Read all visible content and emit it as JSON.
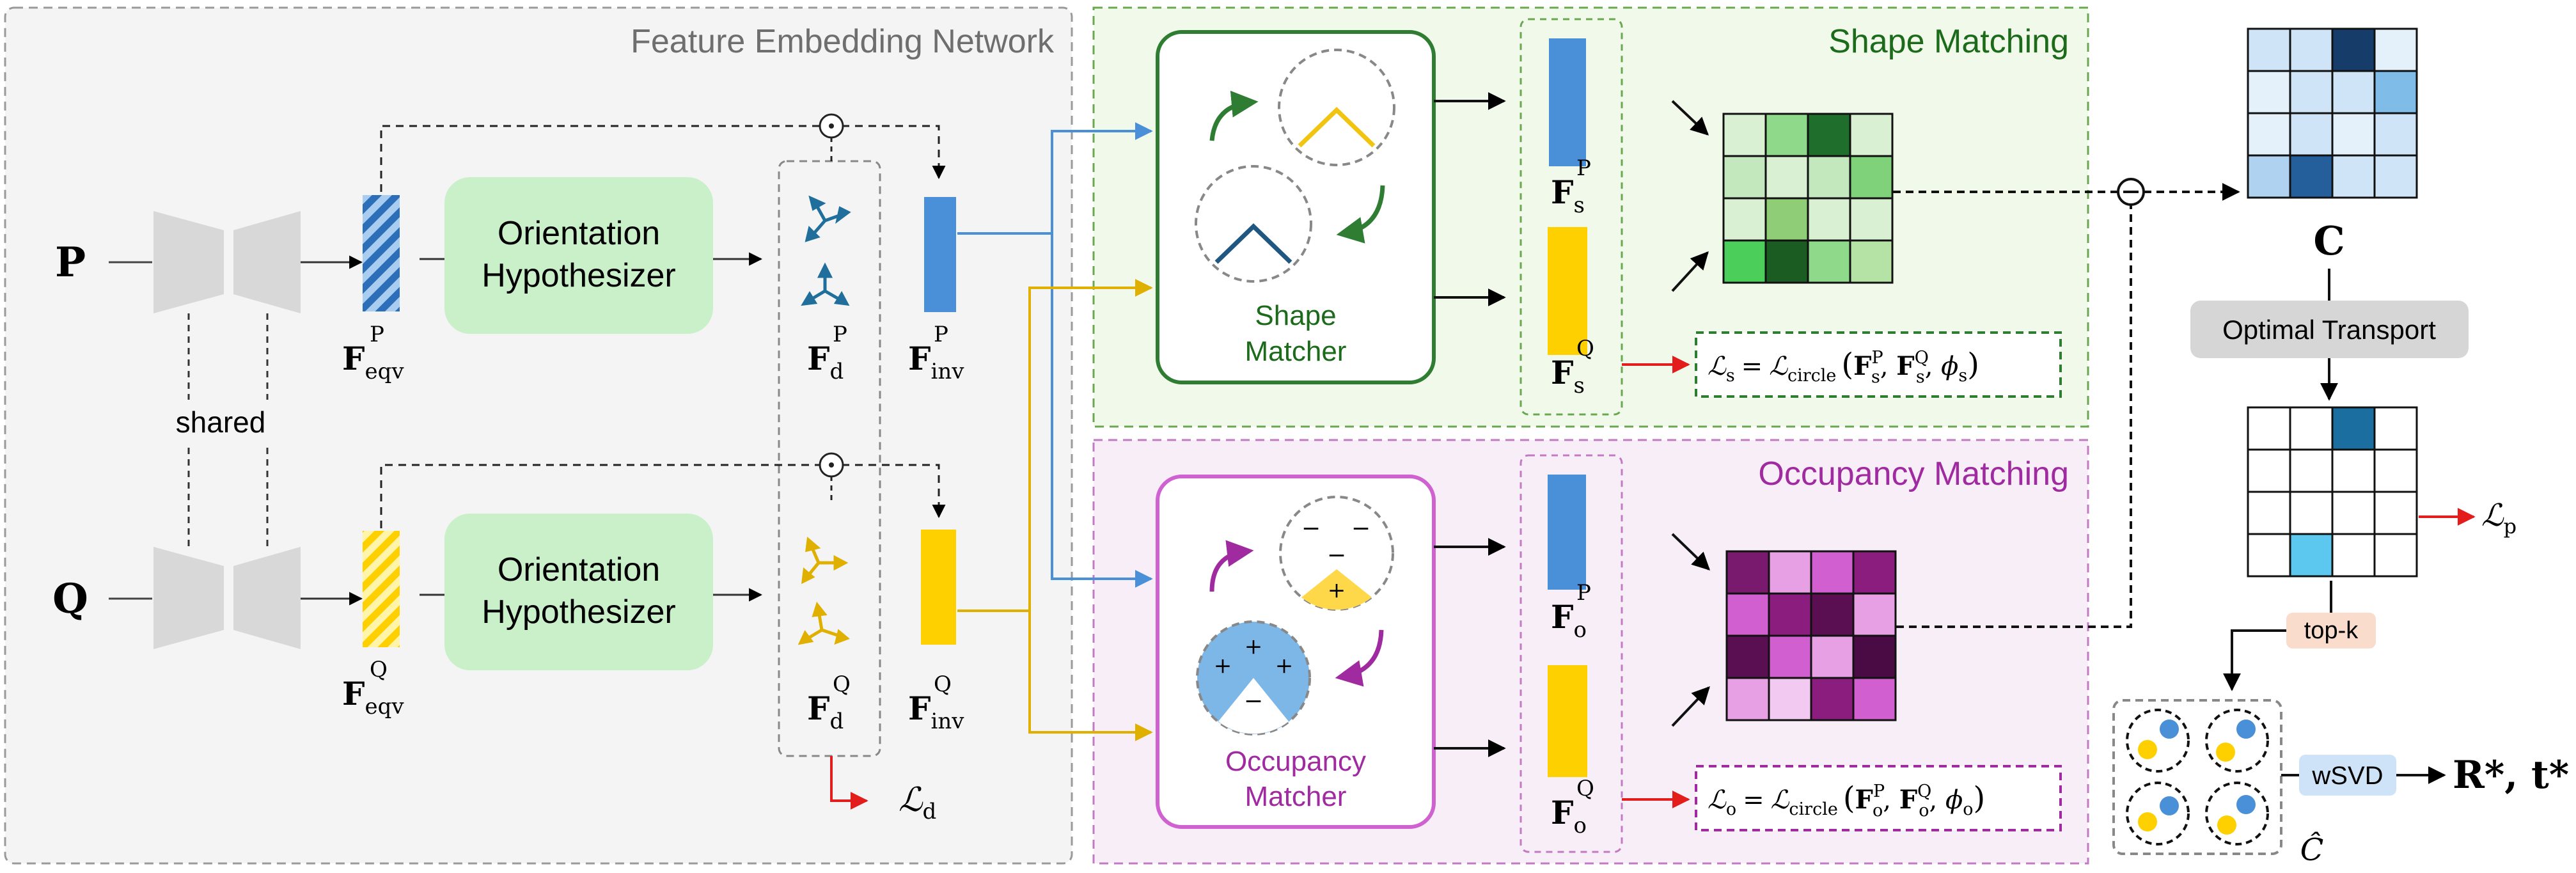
{
  "regions": {
    "feature_embedding": "Feature Embedding Network",
    "shape_matching": "Shape Matching",
    "occupancy_matching": "Occupancy Matching"
  },
  "inputs": {
    "p": "P",
    "q": "Q",
    "shared": "shared"
  },
  "blocks": {
    "orientation_hypothesizer_line1": "Orientation",
    "orientation_hypothesizer_line2": "Hypothesizer",
    "shape_matcher_line1": "Shape",
    "shape_matcher_line2": "Matcher",
    "occupancy_matcher_line1": "Occupancy",
    "occupancy_matcher_line2": "Matcher",
    "optimal_transport": "Optimal Transport",
    "top_k": "top-k",
    "wsvd": "wSVD"
  },
  "features": {
    "f_eqv_p": {
      "base": "F",
      "sub": "eqv",
      "sup": "P"
    },
    "f_eqv_q": {
      "base": "F",
      "sub": "eqv",
      "sup": "Q"
    },
    "f_d_p": {
      "base": "F",
      "sub": "d",
      "sup": "P"
    },
    "f_d_q": {
      "base": "F",
      "sub": "d",
      "sup": "Q"
    },
    "f_inv_p": {
      "base": "F",
      "sub": "inv",
      "sup": "P"
    },
    "f_inv_q": {
      "base": "F",
      "sub": "inv",
      "sup": "Q"
    },
    "f_s_p": {
      "base": "F",
      "sub": "s",
      "sup": "P"
    },
    "f_s_q": {
      "base": "F",
      "sub": "s",
      "sup": "Q"
    },
    "f_o_p": {
      "base": "F",
      "sub": "o",
      "sup": "P"
    },
    "f_o_q": {
      "base": "F",
      "sub": "o",
      "sup": "Q"
    }
  },
  "losses": {
    "l_d": {
      "base": "ℒ",
      "sub": "d"
    },
    "l_p": {
      "base": "ℒ",
      "sub": "p"
    },
    "l_s_eq": {
      "lhs_base": "ℒ",
      "lhs_sub": "s",
      "eq": "=",
      "rhs_base": "ℒ",
      "rhs_sub": "circle",
      "open": "(",
      "a_sub": "s",
      "a_sup": "P",
      "b_sub": "s",
      "b_sup": "Q",
      "phi": "ϕ",
      "phi_sub": "s",
      "close": ")"
    },
    "l_o_eq": {
      "lhs_base": "ℒ",
      "lhs_sub": "o",
      "eq": "=",
      "rhs_base": "ℒ",
      "rhs_sub": "circle",
      "open": "(",
      "a_sub": "o",
      "a_sup": "P",
      "b_sub": "o",
      "b_sup": "Q",
      "phi": "ϕ",
      "phi_sub": "o",
      "close": ")"
    }
  },
  "symbols": {
    "odot": "⊙",
    "minus_op": "−",
    "c_matrix": "C",
    "c_hat": "Ĉ",
    "result": "R*, t*",
    "plus": "+",
    "minus": "−"
  },
  "colors": {
    "blue": "#4a90d9",
    "yellow": "#ffd000",
    "green_region": "#f1f9ea",
    "green_border": "#6aa84f",
    "pink_region": "#f8eef8",
    "pink_border": "#c27bc2",
    "shape_matcher_border": "#2e7d32",
    "occupancy_matcher_border": "#d061d0",
    "hypothesizer_fill": "#c9f0c9",
    "red": "#e31c1c",
    "shape_text": "#1b6b1b",
    "occupancy_text": "#a02aa0"
  },
  "matrices": {
    "shape_similarity": [
      [
        "#d9f0d3",
        "#8fd98a",
        "#1f6e2c",
        "#d9f0d3"
      ],
      [
        "#c3e8bd",
        "#d9f0d3",
        "#c3e8bd",
        "#7fd17a"
      ],
      [
        "#d9f0d3",
        "#8fce76",
        "#d9f0d3",
        "#d9f0d3"
      ],
      [
        "#4ccf5a",
        "#1a5c22",
        "#8fd98a",
        "#b5e2a5"
      ]
    ],
    "occupancy_similarity": [
      [
        "#7a1a6e",
        "#e7a0e4",
        "#d25fd0",
        "#8b1d7f"
      ],
      [
        "#d25fd0",
        "#8b1d7f",
        "#5a0f52",
        "#e7a0e4"
      ],
      [
        "#5a0f52",
        "#d25fd0",
        "#e7a0e4",
        "#4a0a44"
      ],
      [
        "#e7a0e4",
        "#f2c9f0",
        "#8b1d7f",
        "#d25fd0"
      ]
    ],
    "cost_c": [
      [
        "#cfe5f7",
        "#cfe5f7",
        "#163d6a",
        "#e4f0fa"
      ],
      [
        "#e4f0fa",
        "#cfe5f7",
        "#cfe5f7",
        "#7fbde8"
      ],
      [
        "#e4f0fa",
        "#cfe5f7",
        "#e4f0fa",
        "#cfe5f7"
      ],
      [
        "#aed2ef",
        "#245f9c",
        "#cfe5f7",
        "#cfe5f7"
      ]
    ],
    "transport": [
      [
        "#ffffff",
        "#ffffff",
        "#1a6fa0",
        "#ffffff"
      ],
      [
        "#ffffff",
        "#ffffff",
        "#ffffff",
        "#ffffff"
      ],
      [
        "#ffffff",
        "#ffffff",
        "#ffffff",
        "#ffffff"
      ],
      [
        "#ffffff",
        "#5cc8ef",
        "#ffffff",
        "#ffffff"
      ]
    ]
  }
}
